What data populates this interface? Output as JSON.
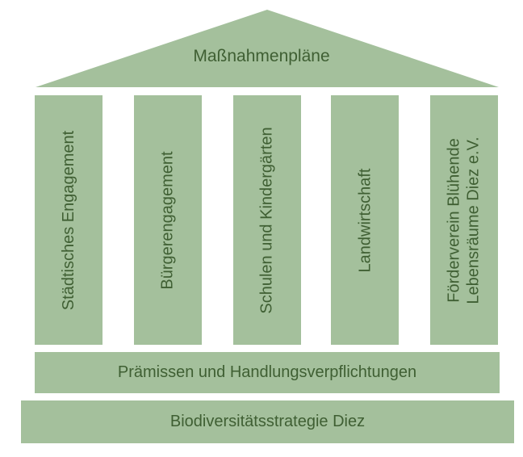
{
  "roof": {
    "label": "Maßnahmenpläne"
  },
  "pillars": [
    {
      "label": "Städtisches Engagement"
    },
    {
      "label": "Bürgerengagement"
    },
    {
      "label": "Schulen und Kindergärten"
    },
    {
      "label": "Landwirtschaft"
    },
    {
      "label_line1": "Förderverein Blühende",
      "label_line2": "Lebensräume Diez e.V."
    }
  ],
  "premises": {
    "label": "Prämissen und Handlungsverpflichtungen"
  },
  "foundation": {
    "label": "Biodiversitätsstrategie Diez"
  },
  "colors": {
    "fill": "#a4c09c",
    "text": "#3f5f33"
  }
}
